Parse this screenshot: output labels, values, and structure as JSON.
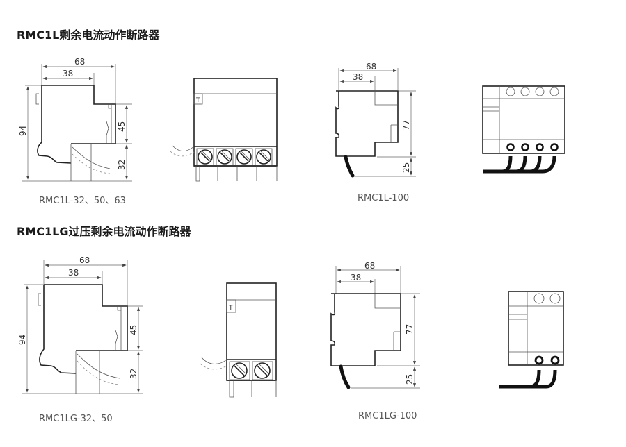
{
  "sections": [
    {
      "title": "RMC1L剩余电流动作断路器",
      "models": [
        {
          "caption": "RMC1L-32、50、63",
          "dims": {
            "width_total": "68",
            "width_top": "38",
            "height_total": "94",
            "height_upper": "45",
            "height_lower": "32"
          },
          "front_terminals": 4
        },
        {
          "caption": "RMC1L-100",
          "dims": {
            "width_total": "68",
            "width_top": "38",
            "height_upper": "77",
            "height_lower": "25"
          },
          "front_terminals": 4
        }
      ],
      "terminal_label": "T"
    },
    {
      "title": "RMC1LG过压剩余电流动作断路器",
      "models": [
        {
          "caption": "RMC1LG-32、50",
          "dims": {
            "width_total": "68",
            "width_top": "38",
            "height_total": "94",
            "height_upper": "45",
            "height_lower": "32"
          },
          "front_terminals": 2
        },
        {
          "caption": "RMC1LG-100",
          "dims": {
            "width_total": "68",
            "width_top": "38",
            "height_upper": "77",
            "height_lower": "25"
          },
          "front_terminals": 2
        }
      ],
      "terminal_label": "T"
    }
  ]
}
